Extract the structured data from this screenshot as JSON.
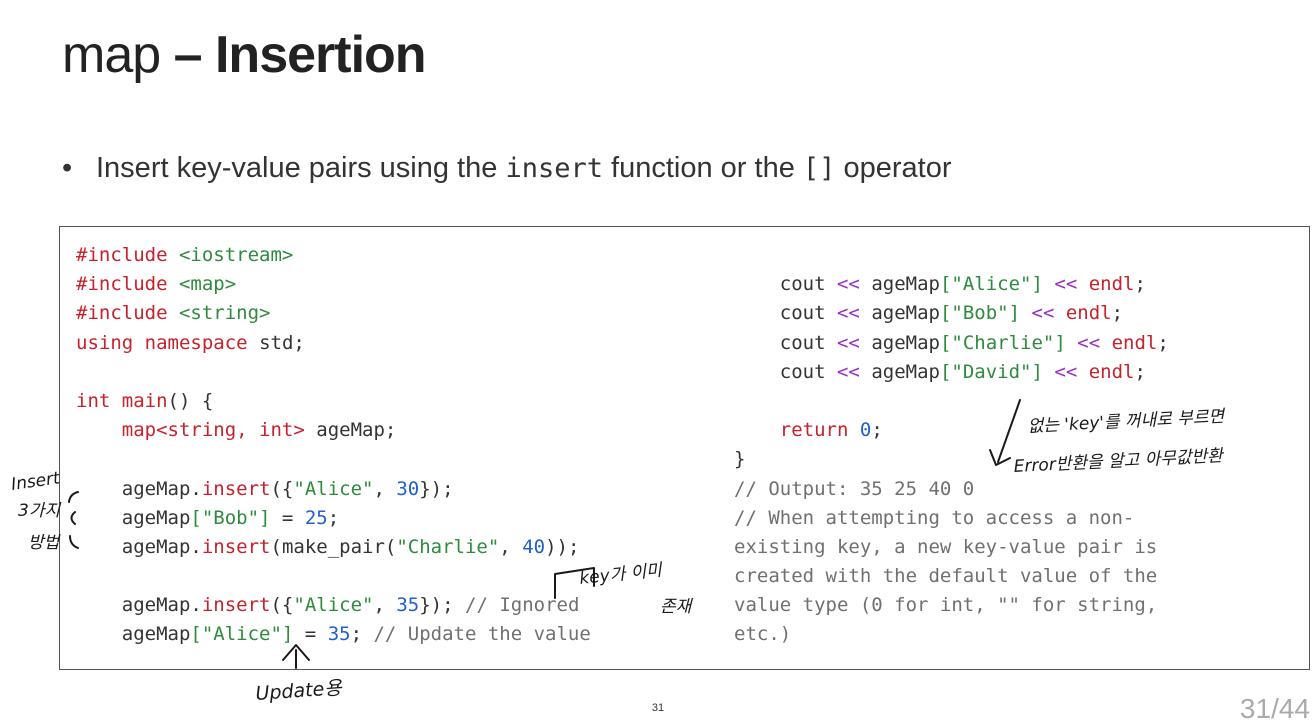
{
  "slide": {
    "title_light": "map",
    "title_bold": "– Insertion",
    "bullet": {
      "before": "Insert key-value pairs using the ",
      "code1": "insert",
      "middle": " function or the ",
      "code2": "[]",
      "after": " operator"
    },
    "page_number": "31",
    "page_count": "31/44"
  },
  "code_left": {
    "l1a": "#include",
    "l1b": "<iostream>",
    "l2a": "#include",
    "l2b": "<map>",
    "l3a": "#include",
    "l3b": "<string>",
    "l4a": "using",
    "l4b": "namespace",
    "l4c": "std;",
    "l6a": "int",
    "l6b": "main",
    "l6c": "() {",
    "l7a": "map",
    "l7b": "<string, int>",
    "l7c": " ageMap;",
    "l9a": "ageMap.",
    "l9b": "insert",
    "l9c": "({",
    "l9d": "\"Alice\"",
    "l9e": ", ",
    "l9f": "30",
    "l9g": "});",
    "l10a": "ageMap",
    "l10b": "[\"Bob\"]",
    "l10c": " = ",
    "l10d": "25",
    "l10e": ";",
    "l11a": "ageMap.",
    "l11b": "insert",
    "l11c": "(",
    "l11d": "make_pair",
    "l11e": "(",
    "l11f": "\"Charlie\"",
    "l11g": ", ",
    "l11h": "40",
    "l11i": "));",
    "l13a": "ageMap.",
    "l13b": "insert",
    "l13c": "({",
    "l13d": "\"Alice\"",
    "l13e": ", ",
    "l13f": "35",
    "l13g": "}); ",
    "l13h": "// Ignored",
    "l14a": "ageMap",
    "l14b": "[\"Alice\"]",
    "l14c": " = ",
    "l14d": "35",
    "l14e": "; ",
    "l14f": "// Update the value"
  },
  "code_right": {
    "cout": "cout",
    "shift": "<<",
    "name": "ageMap",
    "k1": "[\"Alice\"]",
    "k2": "[\"Bob\"]",
    "k3": "[\"Charlie\"]",
    "k4": "[\"David\"]",
    "endl": "endl",
    "semi": ";",
    "ret": "return",
    "zero": "0",
    "brace": "}",
    "c1": "// Output: 35 25 40 0",
    "c2": "// When attempting to access a non-",
    "c3": "existing key, a new key-value pair is",
    "c4": "created with the default value of the",
    "c5": "value type (0 for int, \"\" for string,",
    "c6": "etc.)"
  },
  "handwritten": {
    "insert_note_1": "Insert",
    "insert_note_2": "3가지",
    "insert_note_3": "방법",
    "key_exists_1": "key가 이미",
    "key_exists_2": "존재",
    "update_note": "Update용",
    "missing_key_1": "없는 'key'를 꺼내로 부르면",
    "missing_key_2": "Error반환을 알고 아무값반환"
  },
  "colors": {
    "keyword": "#c8212b",
    "string": "#2e8b3e",
    "number": "#1f5fd0",
    "operator": "#9a2ec4",
    "comment": "#707070"
  }
}
